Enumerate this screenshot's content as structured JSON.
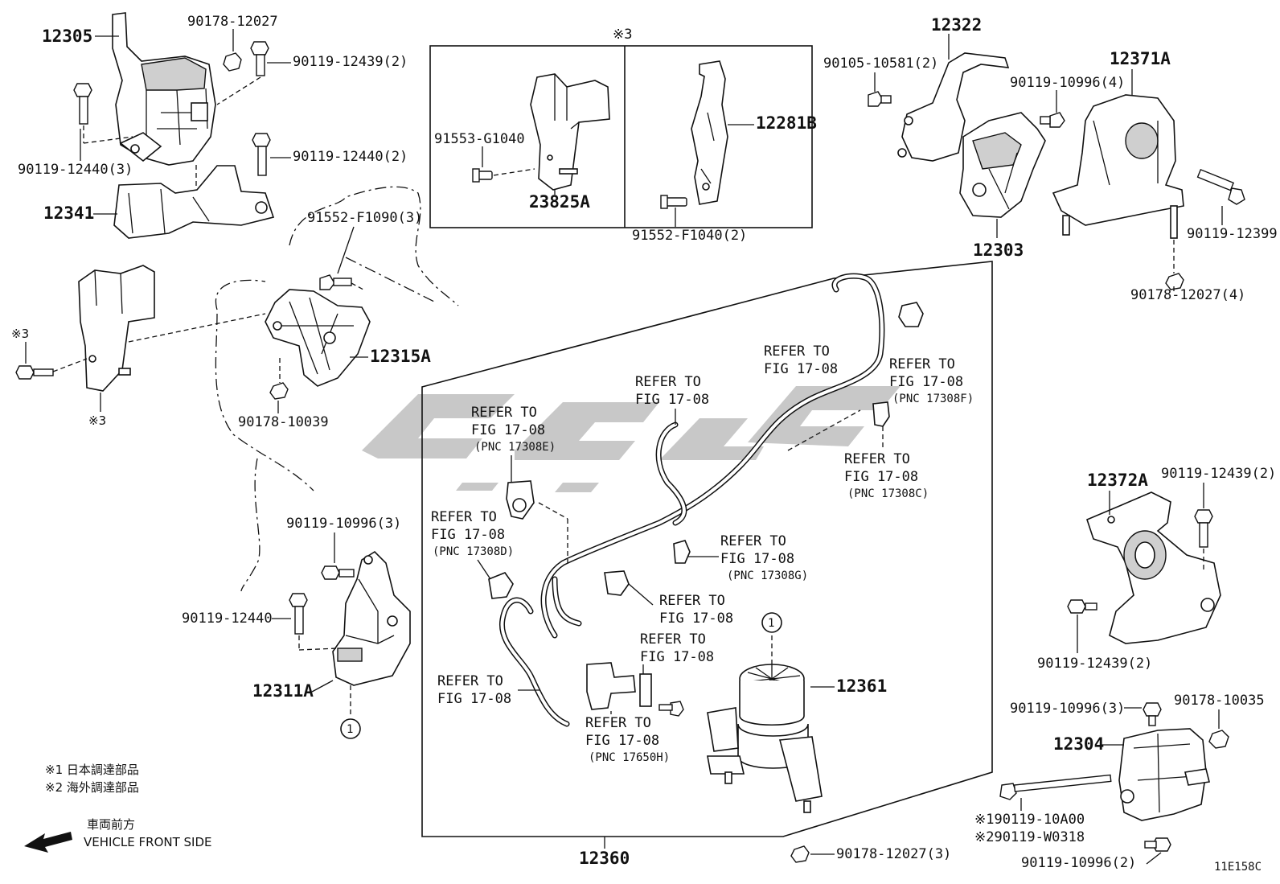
{
  "labels": {
    "p12305": "12305",
    "p90178_12027_top": "90178-12027",
    "p90119_12439_2_top": "90119-12439(2)",
    "p90119_12440_3": "90119-12440(3)",
    "p90119_12440_2": "90119-12440(2)",
    "p12341": "12341",
    "p91552_f1090_3": "91552-F1090(3)",
    "note3_left": "※3",
    "note3_left_bottom": "※3",
    "p12315a": "12315A",
    "p90178_10039": "90178-10039",
    "p90119_10996_3_left": "90119-10996(3)",
    "p90119_12440": "90119-12440",
    "p12311a": "12311A",
    "circle1_left": "1",
    "box_note3": "※3",
    "p91553_g1040": "91553-G1040",
    "p23825a": "23825A",
    "p12281b": "12281B",
    "p91552_f1040_2": "91552-F1040(2)",
    "p12322": "12322",
    "p90105_10581_2": "90105-10581(2)",
    "p12371a": "12371A",
    "p90119_10996_4": "90119-10996(4)",
    "p12303": "12303",
    "p90119_12399": "90119-12399",
    "p90178_12027_4": "90178-12027(4)",
    "p12372a": "12372A",
    "p90119_12439_2_right_top": "90119-12439(2)",
    "p90119_12439_2_right_bot": "90119-12439(2)",
    "p90119_10996_3_right": "90119-10996(3)",
    "p90178_10035": "90178-10035",
    "p12304": "12304",
    "note_190119": "※190119-10A00",
    "note_290119": "※290119-W0318",
    "p90119_10996_2": "90119-10996(2)",
    "p12360": "12360",
    "p12361": "12361",
    "circle1_center": "1",
    "p90178_12027_3": "90178-12027(3)",
    "diagram_code": "11E158C"
  },
  "refers": {
    "r1": {
      "line1": "REFER TO",
      "line2": "FIG 17-08",
      "line3": "(PNC 17308E)"
    },
    "r2": {
      "line1": "REFER TO",
      "line2": "FIG 17-08",
      "line3": "(PNC 17308D)"
    },
    "r3": {
      "line1": "REFER TO",
      "line2": "FIG 17-08"
    },
    "r4": {
      "line1": "REFER TO",
      "line2": "FIG 17-08"
    },
    "r5": {
      "line1": "REFER TO",
      "line2": "FIG 17-08",
      "line3": "(PNC 17308F)"
    },
    "r6": {
      "line1": "REFER TO",
      "line2": "FIG 17-08",
      "line3": "(PNC 17308C)"
    },
    "r7": {
      "line1": "REFER TO",
      "line2": "FIG 17-08",
      "line3": "(PNC 17308G)"
    },
    "r8": {
      "line1": "REFER TO",
      "line2": "FIG 17-08"
    },
    "r9": {
      "line1": "REFER TO",
      "line2": "FIG 17-08"
    },
    "r10": {
      "line1": "REFER TO",
      "line2": "FIG 17-08"
    },
    "r11": {
      "line1": "REFER TO",
      "line2": "FIG 17-08",
      "line3": "(PNC 17650H)"
    }
  },
  "legend": {
    "note1": "※1 日本調達部品",
    "note2": "※2 海外調達部品",
    "direction_jp": "車両前方",
    "direction_en": "VEHICLE FRONT SIDE"
  },
  "colors": {
    "line": "#111111",
    "watermark": "#9a9a9a"
  }
}
